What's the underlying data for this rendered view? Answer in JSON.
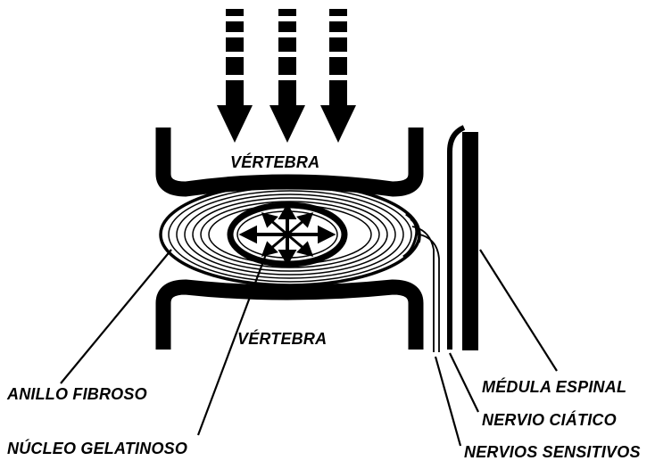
{
  "labels": {
    "vertebra_top": "VÉRTEBRA",
    "vertebra_bottom": "VÉRTEBRA",
    "anillo": "ANILLO FIBROSO",
    "nucleo": "NÚCLEO GELATINOSO",
    "medula": "MÉDULA ESPINAL",
    "ciatico": "NERVIO CIÁTICO",
    "sensitivos": "NERVIOS SENSITIVOS"
  },
  "colors": {
    "ink": "#000000",
    "paper": "#ffffff"
  }
}
